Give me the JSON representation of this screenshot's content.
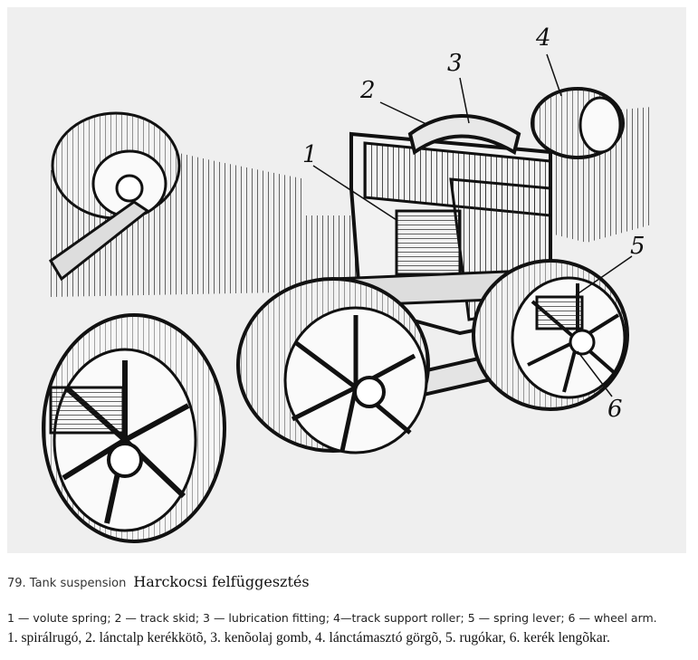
{
  "figure": {
    "callouts": [
      "1",
      "2",
      "3",
      "4",
      "5",
      "6"
    ]
  },
  "caption": {
    "number_text": "79. Tank suspension",
    "title_hu": "Harckocsi felfüggesztés"
  },
  "legend": {
    "english": "1 — volute spring; 2 — track skid; 3 — lubrication fitting; 4—track support roller; 5 — spring lever; 6 — wheel arm.",
    "hungarian": "1. spirálrugó,  2. lánctalp kerékkötõ,  3. kenõolaj gomb,  4. lánctámasztó görgõ,  5. rugókar,  6. kerék lengõkar."
  }
}
